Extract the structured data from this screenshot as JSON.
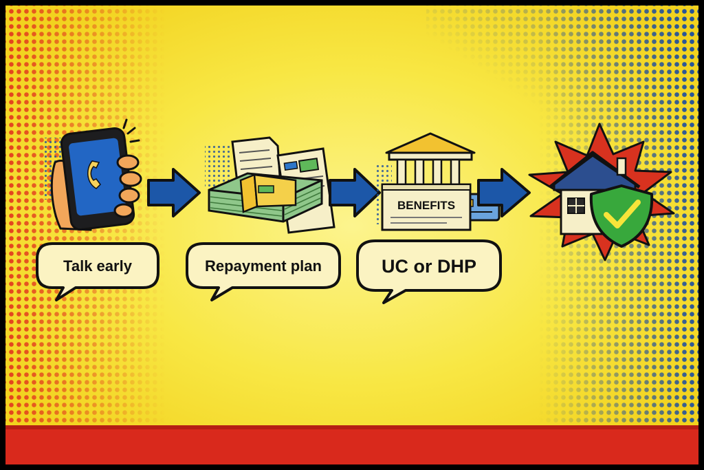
{
  "colors": {
    "background": "#f7e43a",
    "background_light": "#fbf17a",
    "halftone_red": "#e23a1e",
    "halftone_blue": "#1f4f9e",
    "bottom_band": "#d9291c",
    "arrow": "#1c57a8",
    "outline": "#111111",
    "bubble_fill": "#fbf3c2",
    "shield_green": "#38a83c",
    "star_red": "#d8321f"
  },
  "steps": [
    {
      "id": "talk",
      "icon": "phone-in-hand-icon",
      "label": "Talk early"
    },
    {
      "id": "repay",
      "icon": "cash-stack-and-documents-icon",
      "label": "Repayment plan"
    },
    {
      "id": "benefits",
      "icon": "benefits-building-icon",
      "label": "UC or DHP",
      "sign": "BENEFITS"
    },
    {
      "id": "secure",
      "icon": "house-with-shield-icon",
      "label": ""
    }
  ]
}
